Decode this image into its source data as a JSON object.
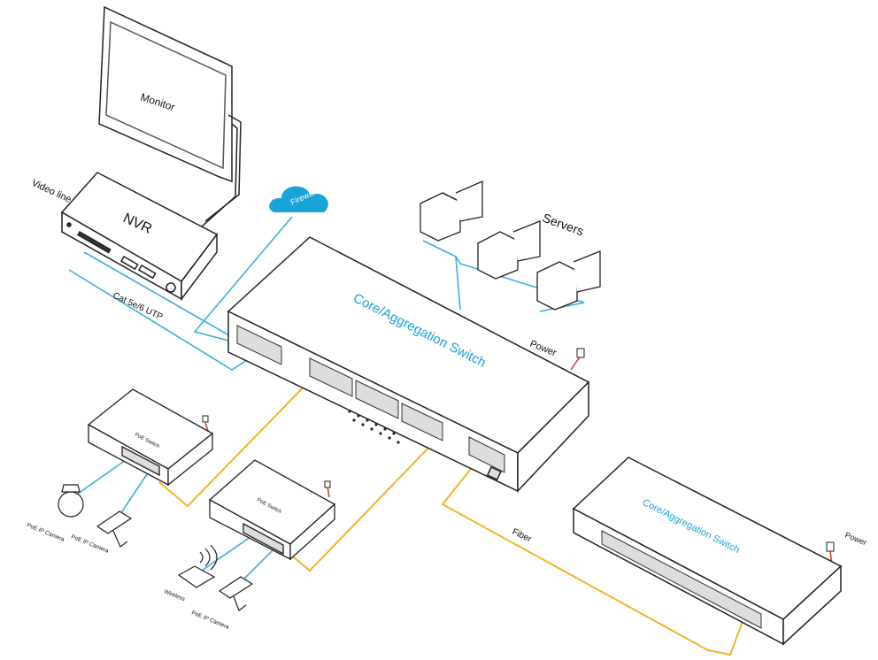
{
  "labels": {
    "monitor": "Monitor",
    "nvr": "NVR",
    "video_line": "Video line",
    "cable": "Cat 5e/6 UTP",
    "firewall": "Firewall",
    "servers": "Servers",
    "core_switch": "Core/Aggregation Switch",
    "power_main": "Power",
    "poe_switch_1": "PoE Switch",
    "poe_switch_2": "PoE Switch",
    "poe_cam_1": "PoE IP Camera",
    "poe_cam_2": "PoE IP Camera",
    "wireless": "Wireless",
    "poe_cam_3": "PoE IP Camera",
    "fiber": "Fiber",
    "core_switch_2": "Core/Aggregation Switch",
    "power_2": "Power"
  },
  "colors": {
    "utp": "#3ab0d8",
    "fiber": "#f0b429",
    "power": "#d9342b",
    "firewall": "#1aa3d6",
    "device_stroke": "#222222"
  }
}
